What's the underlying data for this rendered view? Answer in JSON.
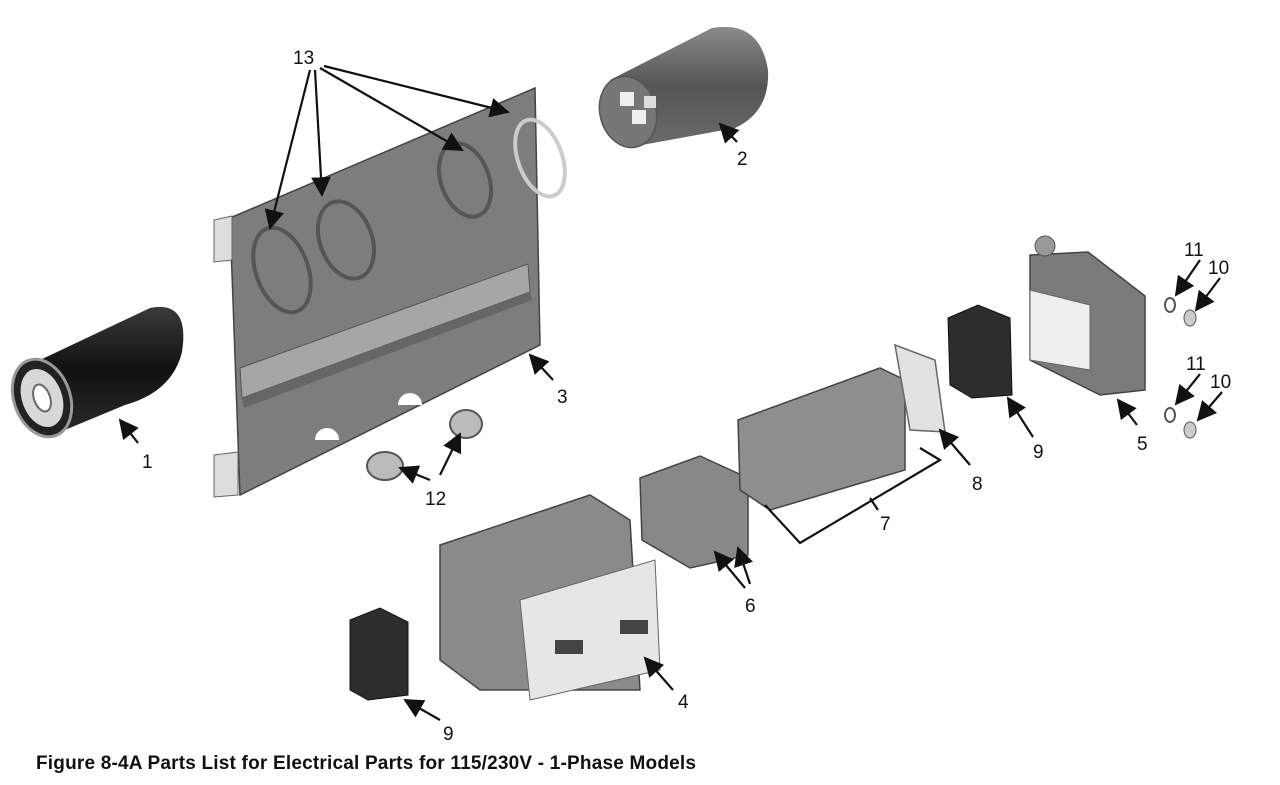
{
  "figure": {
    "caption": "Figure 8-4A  Parts List for Electrical Parts for 115/230V - 1-Phase Models"
  },
  "callouts": {
    "c1": "1",
    "c2": "2",
    "c3": "3",
    "c4": "4",
    "c5": "5",
    "c6": "6",
    "c7": "7",
    "c8": "8",
    "c9a": "9",
    "c9b": "9",
    "c10a": "10",
    "c10b": "10",
    "c11a": "11",
    "c11b": "11",
    "c12": "12",
    "c13": "13"
  }
}
